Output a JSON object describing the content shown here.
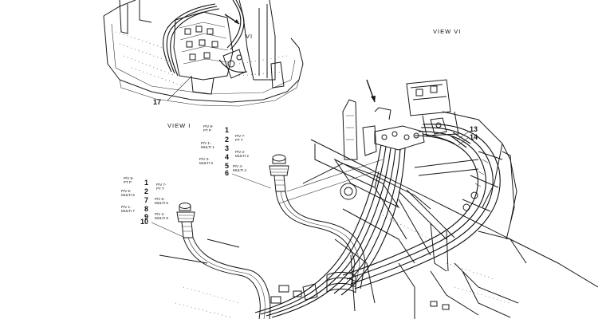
{
  "views": {
    "view_1": "VIEW I",
    "view_6": "VIEW VI",
    "marker_6": "VI"
  },
  "callouts": {
    "c1": "1",
    "c2": "2",
    "c3": "3",
    "c4": "4",
    "c5": "5",
    "c6": "6",
    "c7": "7",
    "c8": "8",
    "c9": "9",
    "c10": "10",
    "c13": "13",
    "c14": "14",
    "c17": "17"
  },
  "upper_tags": {
    "t1a": "P/V 8-",
    "t1b": "PT P",
    "t2a": "P/V 7-",
    "t2b": "PT T",
    "t3a": "P/V 1-",
    "t3b": "MULTI 1",
    "t4a": "P/V 2-",
    "t4b": "MULTI 2",
    "t5a": "P/V 3-",
    "t5b": "MULTI 3",
    "t6a": "P/V 4-",
    "t6b": "MULTI 4"
  },
  "lower_tags": {
    "u1a": "P/V 8-",
    "u1b": "PT P",
    "u2a": "P/V 7-",
    "u2b": "PT T",
    "u3a": "P/V 5-",
    "u3b": "MULTI 5",
    "u4a": "P/V 6-",
    "u4b": "MULTI 6",
    "u5a": "P/V 1-",
    "u5b": "MULTI 7",
    "u6a": "P/V 2-",
    "u6b": "MULTI 8"
  },
  "colors": {
    "line": "#1a1a1a",
    "background": "#ffffff"
  }
}
